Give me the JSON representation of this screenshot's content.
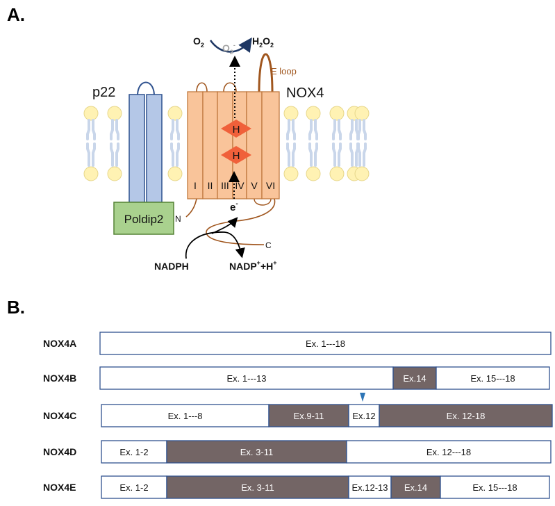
{
  "panel_a": {
    "label": "A.",
    "p22_label": "p22",
    "nox4_label": "NOX4",
    "poldip2_label": "Poldip2",
    "e_loop_label": "E loop",
    "o2_label": "O",
    "o2_sub": "2",
    "superoxide_label": "O",
    "superoxide_sub": "2",
    "superoxide_sup": "-",
    "h2o2_h": "H",
    "h2o2_sub1": "2",
    "h2o2_o": "O",
    "h2o2_sub2": "2",
    "heme_label": "H",
    "helix_labels": [
      "I",
      "II",
      "III",
      "IV",
      "V",
      "VI"
    ],
    "electron_label": "e",
    "electron_sup": "-",
    "n_term": "N",
    "c_term": "C",
    "nadph_label": "NADPH",
    "nadp_label": "NADP",
    "nadp_sup1": "+",
    "nadp_plus_h": "+H",
    "nadp_sup2": "+",
    "colors": {
      "nox4_fill": "#f9c49a",
      "nox4_stroke": "#c0793f",
      "p22_fill": "#b4c7e7",
      "p22_stroke": "#2f528f",
      "poldip2_fill": "#a9d18e",
      "poldip2_stroke": "#548235",
      "lipid_head": "#fff2b3",
      "lipid_tail": "#c9d6ea",
      "heme_fill": "#f0603a",
      "loop": "#a0561e"
    }
  },
  "panel_b": {
    "label": "B.",
    "colors": {
      "dark": "#736565",
      "light": "#ffffff",
      "stroke": "#2f528f",
      "marker": "#2e75b6"
    },
    "isoforms": [
      {
        "name": "NOX4A",
        "segments": [
          {
            "text": "Ex. 1---18",
            "dark": false
          }
        ]
      },
      {
        "name": "NOX4B",
        "segments": [
          {
            "text": "Ex. 1---13",
            "dark": false
          },
          {
            "text": "Ex.14",
            "dark": true
          },
          {
            "text": "Ex. 15---18",
            "dark": false
          }
        ]
      },
      {
        "name": "NOX4C",
        "segments": [
          {
            "text": "Ex. 1---8",
            "dark": false
          },
          {
            "text": "Ex.9-11",
            "dark": true
          },
          {
            "text": "Ex.12",
            "dark": false
          },
          {
            "text": "Ex. 12-18",
            "dark": true
          }
        ]
      },
      {
        "name": "NOX4D",
        "segments": [
          {
            "text": "Ex. 1-2",
            "dark": false
          },
          {
            "text": "Ex. 3-11",
            "dark": true
          },
          {
            "text": "Ex. 12---18",
            "dark": false
          }
        ]
      },
      {
        "name": "NOX4E",
        "segments": [
          {
            "text": "Ex. 1-2",
            "dark": false
          },
          {
            "text": "Ex. 3-11",
            "dark": true
          },
          {
            "text": "Ex.12-13",
            "dark": false
          },
          {
            "text": "Ex.14",
            "dark": true
          },
          {
            "text": "Ex. 15---18",
            "dark": false
          }
        ]
      }
    ]
  }
}
